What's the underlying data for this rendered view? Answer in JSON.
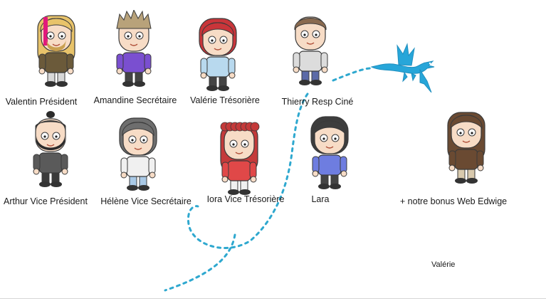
{
  "members": [
    {
      "name": "Valentin Président",
      "avatar": "rocker-avatar-icon",
      "hair": "#e8c36a",
      "shirt": "#6b5a3a",
      "pants": "#d8d8d8",
      "accent": "#e2197b"
    },
    {
      "name": "Amandine Secrétaire",
      "avatar": "spiky-hair-avatar-icon",
      "hair": "#b8a27a",
      "shirt": "#7a4fd0",
      "pants": "#444444"
    },
    {
      "name": "Valérie Trésorière",
      "avatar": "red-bob-avatar-icon",
      "hair": "#c9353a",
      "shirt": "#b8d9ee",
      "pants": "#444444"
    },
    {
      "name": "Thierry Resp Ciné",
      "avatar": "brown-hair-avatar-icon",
      "hair": "#8a6a4f",
      "shirt": "#dcdcdc",
      "pants": "#5b6aa8"
    },
    {
      "name": "Arthur Vice Président",
      "avatar": "bearded-avatar-icon",
      "hair": "#2b2b2b",
      "shirt": "#5a5a5a",
      "pants": "#3a3a3a"
    },
    {
      "name": "Hélène Vice Secrétaire",
      "avatar": "grey-bob-avatar-icon",
      "hair": "#6e6e6e",
      "shirt": "#f0f0f0",
      "pants": "#a9c9e6"
    },
    {
      "name": "Iora Vice Trésorière",
      "avatar": "curly-red-avatar-icon",
      "hair": "#c43a3a",
      "shirt": "#e04848",
      "pants": "#f0f0f0"
    },
    {
      "name": "Lara",
      "avatar": "dark-bob-avatar-icon",
      "hair": "#3d3d3d",
      "shirt": "#6e7de0",
      "pants": "#444444"
    },
    {
      "name": "+ notre bonus Web Edwige",
      "avatar": "long-hair-avatar-icon",
      "hair": "#6a4a32",
      "shirt": "#6a4a32",
      "pants": "#d8c9ad"
    }
  ],
  "signature": "Valérie",
  "colors": {
    "dragon": "#27a6d9",
    "trail": "#2ea8cf"
  }
}
